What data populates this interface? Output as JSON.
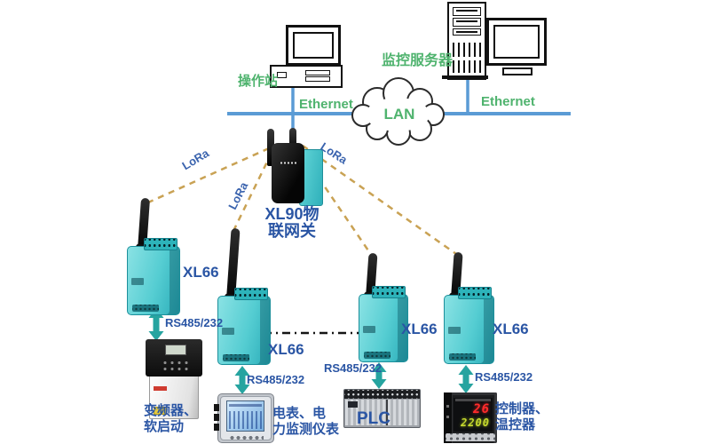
{
  "palette": {
    "label_green": "#4fb36e",
    "label_blue": "#2a55a4",
    "lora_text_blue": "#3a63ae",
    "ethernet_bus_blue": "#5b9bd5",
    "lora_dash_tan": "#c9a254",
    "serial_arrow_teal": "#26a4a0",
    "module_teal": "#55cdd2"
  },
  "top": {
    "operator_station": "操作站",
    "monitoring_server": "监控服务器",
    "ethernet_left": "Ethernet",
    "ethernet_right": "Ethernet",
    "lan": "LAN"
  },
  "gateway": {
    "line1": "XL90物",
    "line2": "联网关"
  },
  "lora": [
    "LoRa",
    "LoRa",
    "LoRa"
  ],
  "nodes": [
    {
      "label": "XL66",
      "link": "RS485/232"
    },
    {
      "label": "XL66",
      "link": "RS485/232"
    },
    {
      "label": "XL66",
      "link": "RS485/232"
    },
    {
      "label": "XL66",
      "link": "RS485/232"
    }
  ],
  "devices": [
    {
      "line1": "变频器、",
      "line2": "软启动"
    },
    {
      "line1": "电表、电",
      "line2": "力监测仪表"
    },
    {
      "line1": "PLC",
      "line2": ""
    },
    {
      "line1": "控制器、",
      "line2": "温控器"
    }
  ],
  "temp_controller": {
    "pv": "26",
    "sv": "2200"
  }
}
